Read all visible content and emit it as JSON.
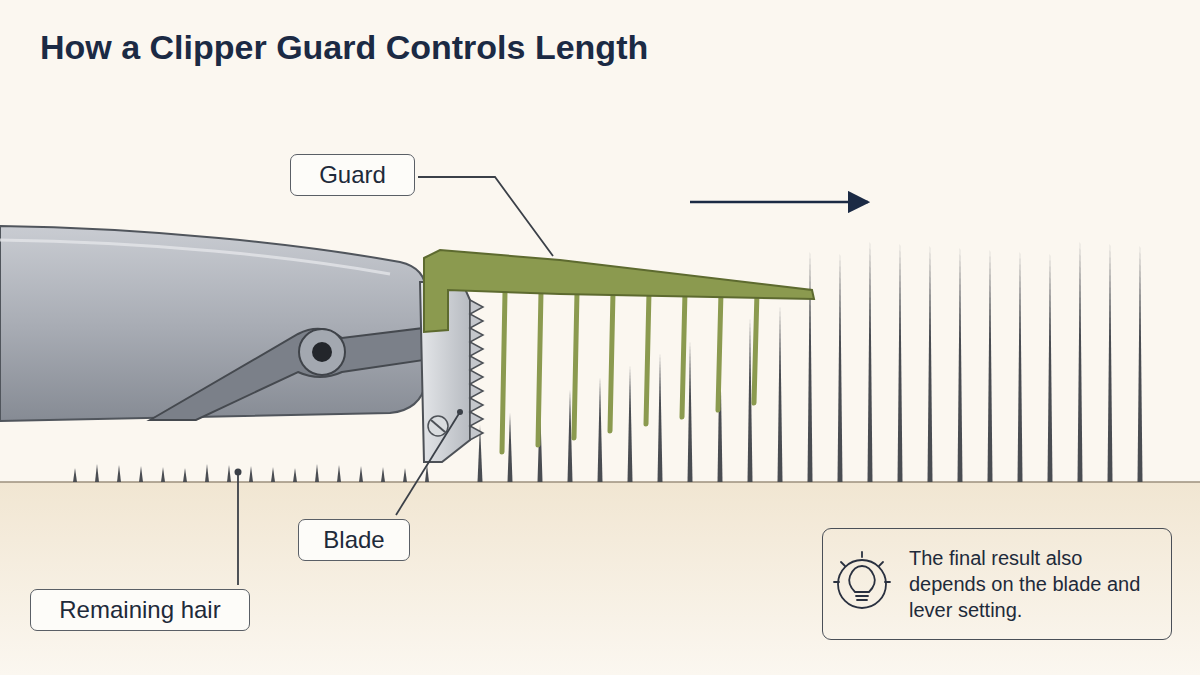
{
  "diagram": {
    "title": "How a Clipper Guard Controls Length",
    "nodes": [
      {
        "text": [
          "Guard"
        ]
      },
      {
        "text": [
          "Blade"
        ]
      },
      {
        "text": [
          "Remaining hair"
        ]
      },
      {
        "text": [
          "The final result also depends on the blade and lever setting."
        ]
      }
    ]
  }
}
